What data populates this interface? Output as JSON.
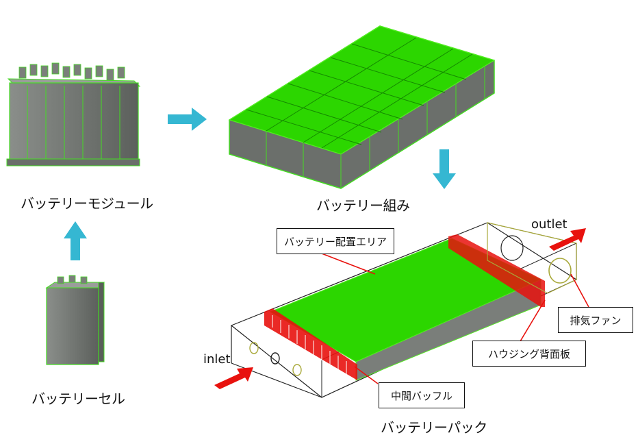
{
  "captions": {
    "module": "バッテリーモジュール",
    "assembly": "バッテリー組み",
    "cell": "バッテリーセル",
    "pack": "バッテリーパック"
  },
  "labels": {
    "placement_area": "バッテリー配置エリア",
    "middle_baffle": "中間バッフル",
    "housing_back_plate": "ハウジング背面板",
    "exhaust_fan": "排気ファン"
  },
  "flow": {
    "inlet": "inlet",
    "outlet": "outlet"
  },
  "colors": {
    "battery_green": "#2cd600",
    "edge_green": "#55ee22",
    "cell_gray": "#6b6f6b",
    "baffle_red": "#e8120e",
    "flow_arrow_red": "#e8120e",
    "step_arrow_cyan": "#35b7d2",
    "housing_outline": "#222222",
    "fan_outline": "#a8a838"
  }
}
